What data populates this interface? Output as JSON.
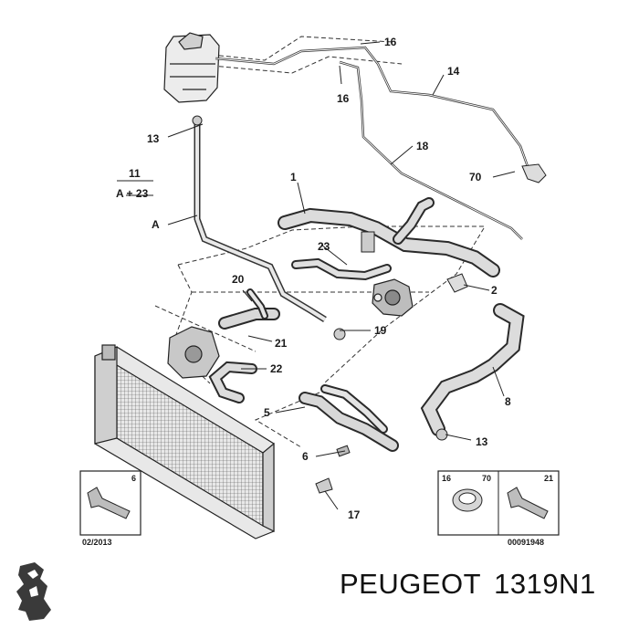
{
  "callouts": {
    "c1": "1",
    "c2": "2",
    "c5": "5",
    "c6": "6",
    "c8": "8",
    "c13a": "13",
    "c13b": "13",
    "c14": "14",
    "c16a": "16",
    "c16b": "16",
    "c17": "17",
    "c18": "18",
    "c19": "19",
    "c20": "20",
    "c21": "21",
    "c22": "22",
    "c23": "23",
    "c70": "70",
    "c11": "11",
    "cA23": "A + 23",
    "cA": "A"
  },
  "inset_left": {
    "number": "6",
    "date": "02/2013"
  },
  "inset_right": {
    "num1": "16",
    "num2": "70",
    "num3": "21",
    "code": "00091948"
  },
  "caption": {
    "brand": "PEUGEOT",
    "part_number": "1319N1"
  },
  "colors": {
    "line": "#2b2b2b",
    "part_fill": "#d9d9d9",
    "background": "#ffffff"
  }
}
